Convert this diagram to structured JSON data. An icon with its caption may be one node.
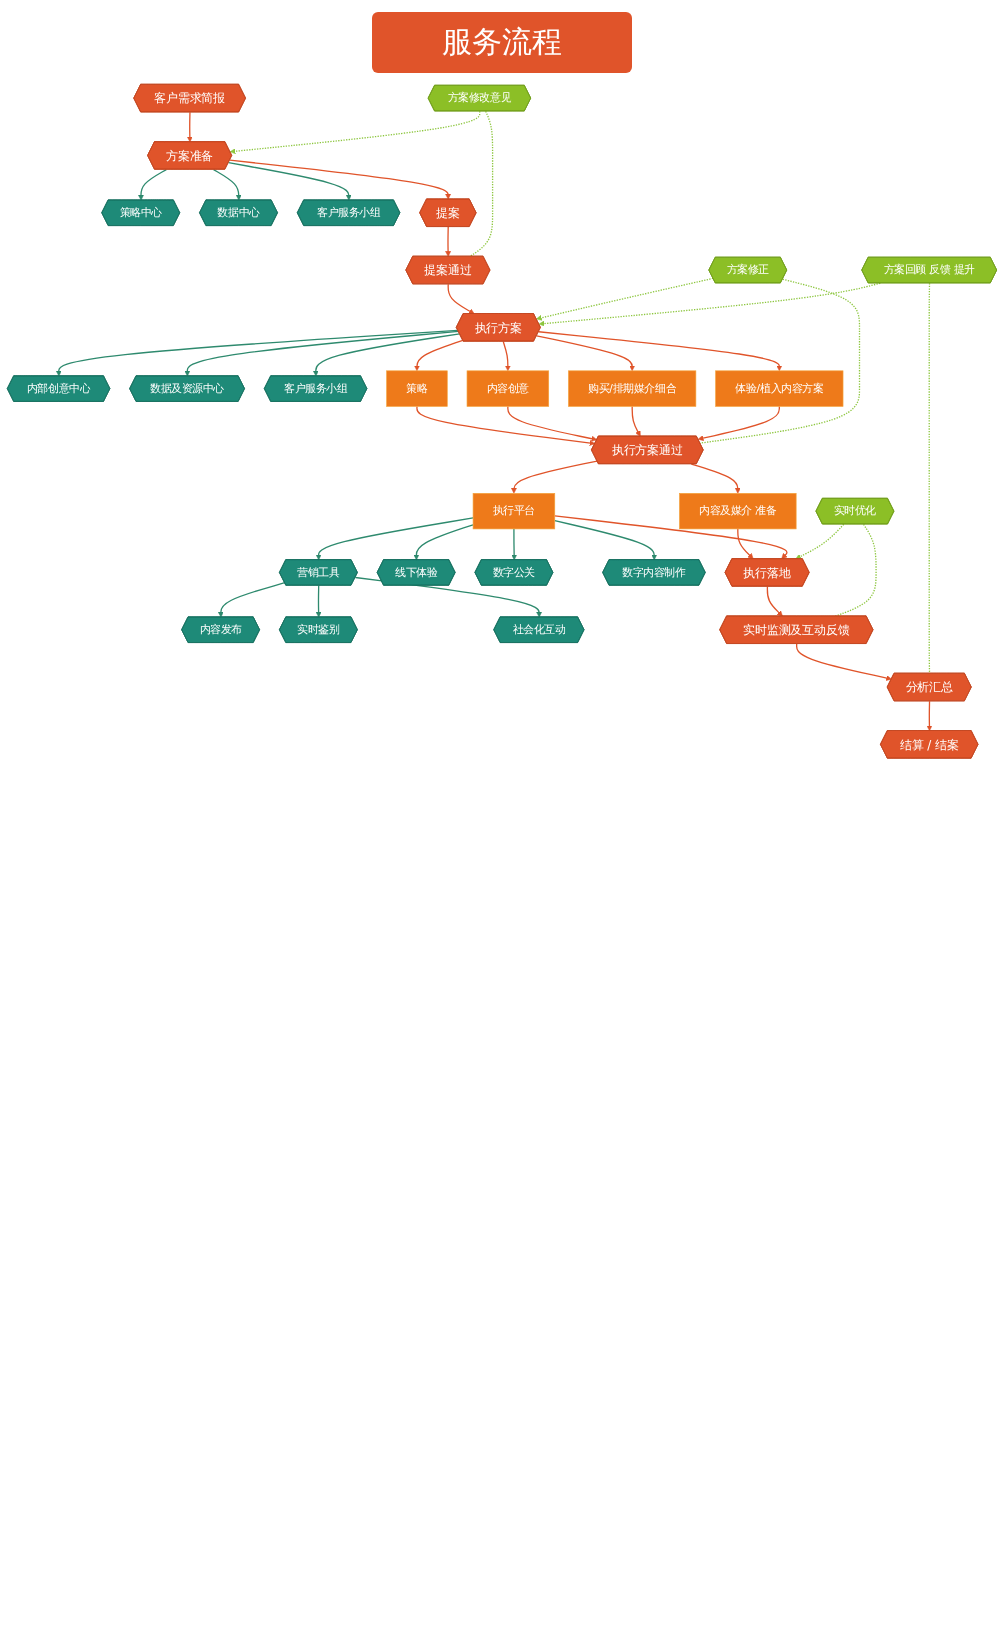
{
  "diagram": {
    "title": "服务流程",
    "nodes": [
      {
        "text": [
          "客户需求简报"
        ]
      },
      {
        "text": [
          "方案准备"
        ]
      },
      {
        "text": [
          "策略中心"
        ]
      },
      {
        "text": [
          "数据中心"
        ]
      },
      {
        "text": [
          "客户服务小组"
        ]
      },
      {
        "text": [
          "提案"
        ]
      },
      {
        "text": [
          "提案通过"
        ]
      },
      {
        "text": [
          "方案修改意见"
        ]
      },
      {
        "text": [
          "执行方案"
        ]
      },
      {
        "text": [
          "内部创意中心"
        ]
      },
      {
        "text": [
          "数据及资源中心"
        ]
      },
      {
        "text": [
          "客户服务小组"
        ]
      },
      {
        "text": [
          "方案修正"
        ]
      },
      {
        "text": [
          "策略"
        ]
      },
      {
        "text": [
          "内容创意"
        ]
      },
      {
        "text": [
          "购买/排期媒介细合"
        ]
      },
      {
        "text": [
          "体验/植入内容方案"
        ]
      },
      {
        "text": [
          "执行方案通过"
        ]
      },
      {
        "text": [
          "内容及媒介 准备"
        ]
      },
      {
        "text": [
          "执行平台"
        ]
      },
      {
        "text": [
          "营销工具"
        ]
      },
      {
        "text": [
          "线下体验"
        ]
      },
      {
        "text": [
          "数字公关"
        ]
      },
      {
        "text": [
          "数字内容制作"
        ]
      },
      {
        "text": [
          "内容发布"
        ]
      },
      {
        "text": [
          "实时鉴别"
        ]
      },
      {
        "text": [
          "社会化互动"
        ]
      },
      {
        "text": [
          "方案回顾 反馈 提升"
        ]
      },
      {
        "text": [
          "执行落地"
        ]
      },
      {
        "text": [
          "实时优化"
        ]
      },
      {
        "text": [
          "实时监测及互动反馈"
        ]
      },
      {
        "text": [
          "分析汇总"
        ]
      },
      {
        "text": [
          "结算 / 结案"
        ]
      }
    ],
    "edges": [
      {
        "from": 0,
        "to": 1,
        "arrow": "to"
      },
      {
        "from": 1,
        "to": 2,
        "arrow": "to",
        "color": "#2e8a6e"
      },
      {
        "from": 1,
        "to": 3,
        "arrow": "to",
        "color": "#2e8a6e"
      },
      {
        "from": 1,
        "to": 4,
        "arrow": "to",
        "color": "#2e8a6e"
      },
      {
        "from": 1,
        "to": 5,
        "arrow": "to"
      },
      {
        "from": 5,
        "to": 6,
        "arrow": "to"
      },
      {
        "from": 6,
        "to": 7,
        "arrow": "none",
        "style": "dashed",
        "color": "#8dc63f"
      },
      {
        "from": 7,
        "to": 1,
        "arrow": "to",
        "style": "dashed",
        "color": "#8dc63f"
      },
      {
        "from": 6,
        "to": 8,
        "arrow": "to"
      },
      {
        "from": 8,
        "to": 9,
        "arrow": "to",
        "color": "#2e8a6e"
      },
      {
        "from": 8,
        "to": 10,
        "arrow": "to",
        "color": "#2e8a6e"
      },
      {
        "from": 8,
        "to": 11,
        "arrow": "to",
        "color": "#2e8a6e"
      },
      {
        "from": 8,
        "to": 13,
        "arrow": "to"
      },
      {
        "from": 8,
        "to": 14,
        "arrow": "to"
      },
      {
        "from": 8,
        "to": 15,
        "arrow": "to"
      },
      {
        "from": 8,
        "to": 16,
        "arrow": "to"
      },
      {
        "from": 13,
        "to": 17,
        "arrow": "to"
      },
      {
        "from": 14,
        "to": 17,
        "arrow": "to"
      },
      {
        "from": 15,
        "to": 17,
        "arrow": "to"
      },
      {
        "from": 16,
        "to": 17,
        "arrow": "to"
      },
      {
        "from": 17,
        "to": 12,
        "arrow": "none",
        "style": "dashed",
        "color": "#8dc63f"
      },
      {
        "from": 12,
        "to": 8,
        "arrow": "to",
        "style": "dashed",
        "color": "#8dc63f"
      },
      {
        "from": 17,
        "to": 18,
        "arrow": "to"
      },
      {
        "from": 17,
        "to": 19,
        "arrow": "to"
      },
      {
        "from": 19,
        "to": 20,
        "arrow": "to",
        "color": "#2e8a6e"
      },
      {
        "from": 19,
        "to": 21,
        "arrow": "to",
        "color": "#2e8a6e"
      },
      {
        "from": 19,
        "to": 22,
        "arrow": "to",
        "color": "#2e8a6e"
      },
      {
        "from": 19,
        "to": 23,
        "arrow": "to",
        "color": "#2e8a6e"
      },
      {
        "from": 20,
        "to": 24,
        "arrow": "to",
        "color": "#2e8a6e"
      },
      {
        "from": 20,
        "to": 25,
        "arrow": "to",
        "color": "#2e8a6e"
      },
      {
        "from": 20,
        "to": 26,
        "arrow": "to",
        "color": "#2e8a6e"
      },
      {
        "from": 18,
        "to": 28,
        "arrow": "to"
      },
      {
        "from": 19,
        "to": 28,
        "arrow": "to"
      },
      {
        "from": 28,
        "to": 30,
        "arrow": "to"
      },
      {
        "from": 30,
        "to": 29,
        "arrow": "none",
        "style": "dashed",
        "color": "#8dc63f"
      },
      {
        "from": 29,
        "to": 28,
        "arrow": "to",
        "style": "dashed",
        "color": "#8dc63f"
      },
      {
        "from": 30,
        "to": 31,
        "arrow": "to"
      },
      {
        "from": 31,
        "to": 27,
        "arrow": "none",
        "style": "dashed",
        "color": "#8dc63f"
      },
      {
        "from": 27,
        "to": 8,
        "arrow": "to",
        "style": "dashed",
        "color": "#8dc63f"
      },
      {
        "from": 31,
        "to": 32,
        "arrow": "to"
      }
    ]
  }
}
